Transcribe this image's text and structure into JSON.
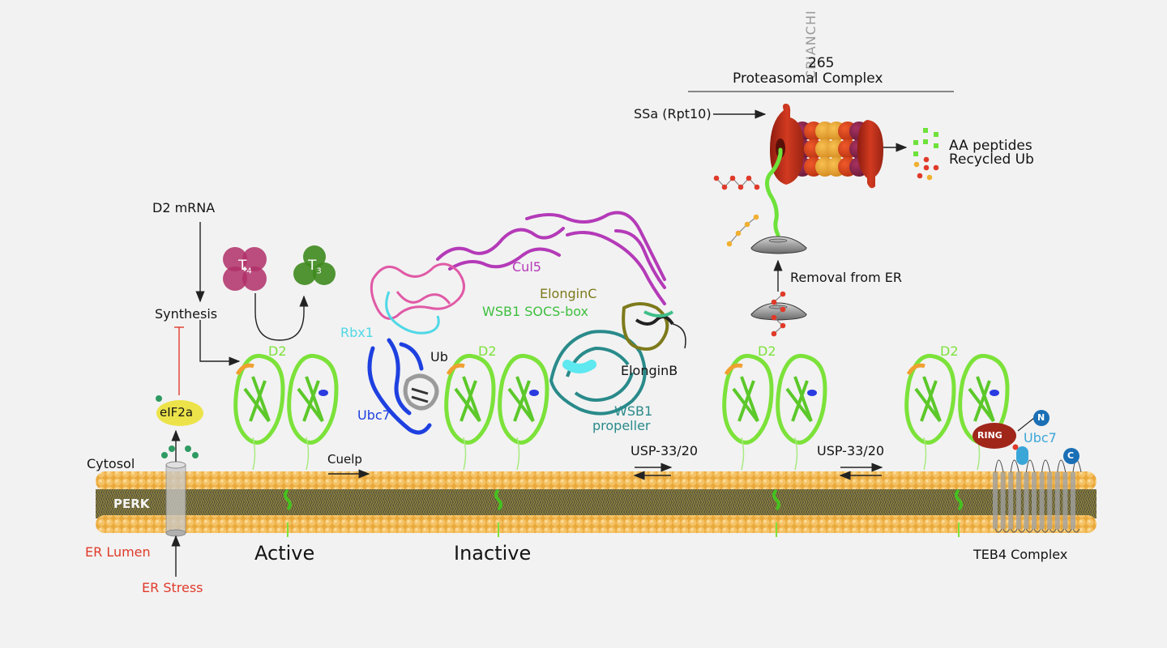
{
  "credit": "CBIANCHI",
  "proteasome": {
    "title_line1": "265",
    "title_line2": "Proteasomal Complex",
    "ssa_label": "SSa (Rpt10)",
    "output_line1": "AA peptides",
    "output_line2": "Recycled Ub"
  },
  "removal_label": "Removal from ER",
  "left_pathway": {
    "mrna": "D2 mRNA",
    "synthesis": "Synthesis",
    "t4_letter": "T",
    "t4_sub": "4",
    "t3_letter": "T",
    "t3_sub": "3",
    "eif2a": "eIF2a",
    "cytosol": "Cytosol",
    "perk": "PERK",
    "er_lumen": "ER Lumen",
    "er_stress": "ER Stress"
  },
  "protein_labels": {
    "cul5": "Cul5",
    "rbx1": "Rbx1",
    "ub": "Ub",
    "ubc7": "Ubc7",
    "elonginc": "ElonginC",
    "wsb1_socs": "WSB1 SOCS-box",
    "elonginb": "ElonginB",
    "wsb1_prop_line1": "WSB1",
    "wsb1_prop_line2": "propeller"
  },
  "d2_label": "D2",
  "states": {
    "active": "Active",
    "inactive": "Inactive"
  },
  "transitions": {
    "cuelp": "Cuelp",
    "usp_1": "USP-33/20",
    "usp_2": "USP-33/20"
  },
  "teb4": {
    "ring": "RING",
    "n_term": "N",
    "c_term": "C",
    "ubc7": "Ubc7",
    "complex_label": "TEB4 Complex"
  },
  "colors": {
    "background": "#f2f2f2",
    "membrane_head": "#f0b64a",
    "membrane_tail": "#6b6440",
    "d2_green": "#7ce23a",
    "cul5_purple": "#b43ab8",
    "rbx1_cyan": "#4fd8e6",
    "ubc7_blue": "#1e40e0",
    "elonginc_olive": "#7d7a1c",
    "wsb1_socs_green": "#3fbf3f",
    "wsb1_prop_teal": "#2a8a8a",
    "er_red": "#e03a2a",
    "t4_magenta": "#b03068",
    "t3_green": "#3e8a1e",
    "eif2a_yellow": "#ece34a",
    "ring_red": "#a0261a",
    "terminus_blue": "#1a6fb5",
    "teb4_ubc7_blue": "#3aa6d8"
  }
}
